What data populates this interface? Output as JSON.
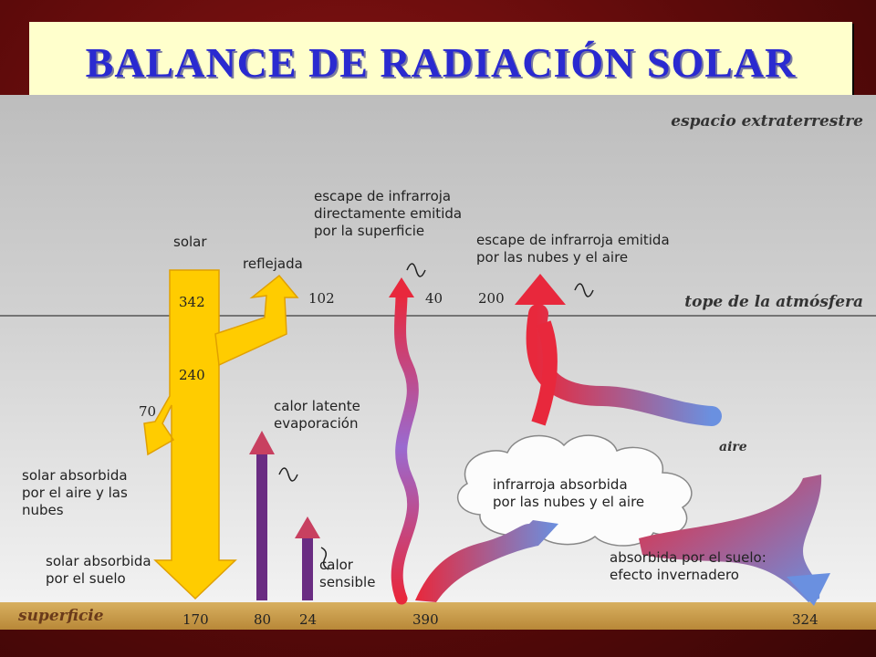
{
  "title": "BALANCE DE RADIACIÓN SOLAR",
  "labels": {
    "space": "espacio extraterrestre",
    "top_atmosphere": "tope de la atmósfera",
    "surface": "superficie",
    "air": "aire",
    "solar": "solar",
    "reflected": "reflejada",
    "ir_escape_surface": [
      "escape de infrarroja",
      "directamente emitida",
      "por la superficie"
    ],
    "ir_escape_clouds": [
      "escape de infrarroja emitida",
      "por las nubes y el aire"
    ],
    "latent_heat": [
      "calor latente",
      "evaporación"
    ],
    "solar_absorbed_air": [
      "solar absorbida",
      "por el aire y las",
      "nubes"
    ],
    "solar_absorbed_ground": [
      "solar absorbida",
      "por el suelo"
    ],
    "sensible_heat": [
      "calor",
      "sensible"
    ],
    "ir_absorbed_clouds": [
      "infrarroja absorbida",
      "por las nubes y el aire"
    ],
    "greenhouse": [
      "absorbida por el suelo:",
      "efecto invernadero"
    ]
  },
  "values": {
    "solar_in": "342",
    "reflected": "102",
    "ir_surface_escape": "40",
    "ir_cloud_escape": "200",
    "after_reflection": "240",
    "absorbed_air": "70",
    "latent": "80",
    "sensible": "24",
    "ground_solar": "170",
    "surface_ir": "390",
    "back_radiation": "324"
  },
  "colors": {
    "solar": "#ffcc00",
    "latent": "#6a2c82",
    "ir_warm": "#e8283c",
    "ir_cool": "#5f8de0",
    "ground": "#c8a050"
  }
}
